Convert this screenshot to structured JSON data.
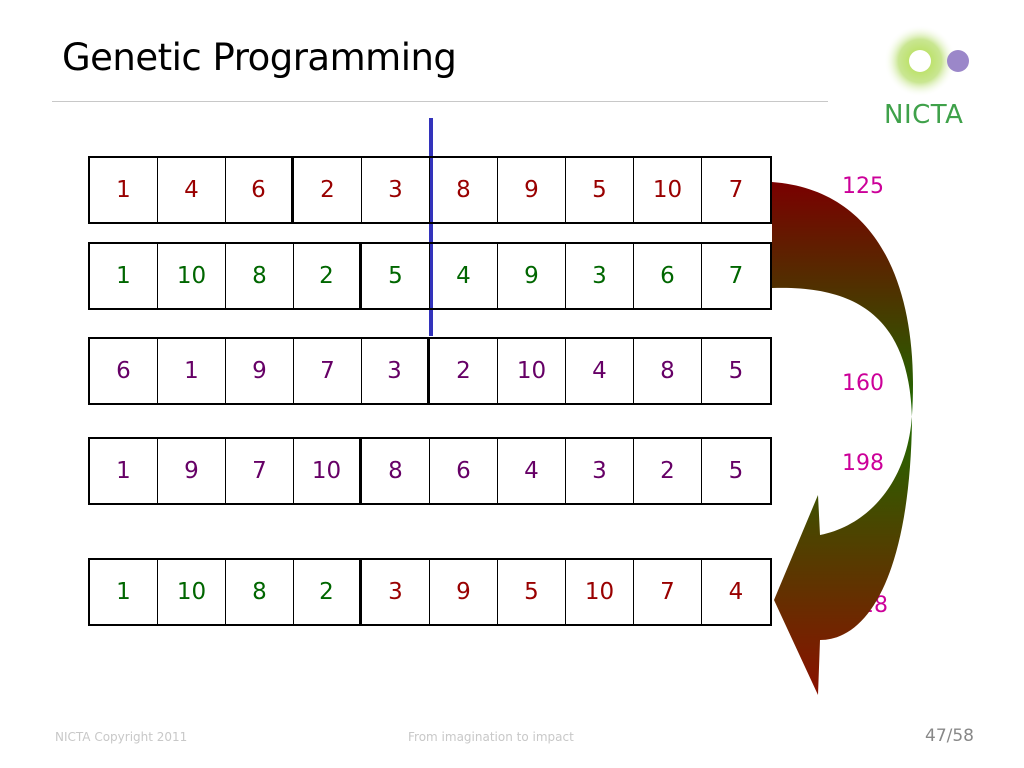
{
  "slide": {
    "title": "Genetic Programming",
    "logo_text": "NICTA",
    "footer_left": "NICTA Copyright 2011",
    "footer_center": "From imagination to impact",
    "page": "47/58"
  },
  "colors": {
    "red": "#990000",
    "green": "#006600",
    "purple": "#660066",
    "cut_line": "#3333bb",
    "score": "#cc0099"
  },
  "rows": [
    {
      "cells": [
        "1",
        "4",
        "6",
        "2",
        "3",
        "8",
        "9",
        "5",
        "10",
        "7"
      ],
      "colors": [
        "red",
        "red",
        "red",
        "red",
        "red",
        "red",
        "red",
        "red",
        "red",
        "red"
      ]
    },
    {
      "cells": [
        "1",
        "10",
        "8",
        "2",
        "5",
        "4",
        "9",
        "3",
        "6",
        "7"
      ],
      "colors": [
        "green",
        "green",
        "green",
        "green",
        "green",
        "green",
        "green",
        "green",
        "green",
        "green"
      ]
    },
    {
      "cells": [
        "6",
        "1",
        "9",
        "7",
        "3",
        "2",
        "10",
        "4",
        "8",
        "5"
      ],
      "colors": [
        "purple",
        "purple",
        "purple",
        "purple",
        "purple",
        "purple",
        "purple",
        "purple",
        "purple",
        "purple"
      ]
    },
    {
      "cells": [
        "1",
        "9",
        "7",
        "10",
        "8",
        "6",
        "4",
        "3",
        "2",
        "5"
      ],
      "colors": [
        "purple",
        "purple",
        "purple",
        "purple",
        "purple",
        "purple",
        "purple",
        "purple",
        "purple",
        "purple"
      ]
    },
    {
      "cells": [
        "1",
        "10",
        "8",
        "2",
        "3",
        "9",
        "5",
        "10",
        "7",
        "4"
      ],
      "colors": [
        "green",
        "green",
        "green",
        "green",
        "red",
        "red",
        "red",
        "red",
        "red",
        "red"
      ]
    }
  ],
  "scores": [
    "125",
    "160",
    "198",
    "28"
  ]
}
